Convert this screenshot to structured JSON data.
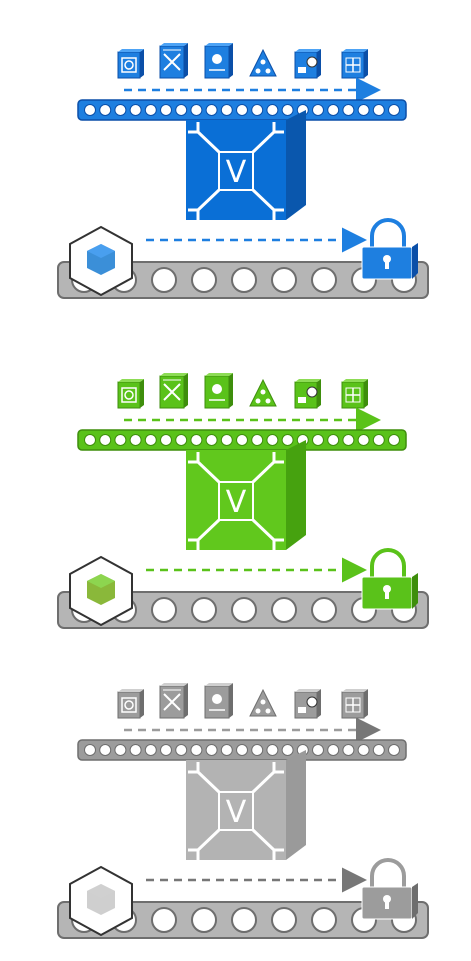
{
  "panels": [
    {
      "theme": "blue",
      "colors": {
        "main": "#1e7fe0",
        "dark": "#0b4fa8",
        "light": "#4da3f5",
        "box": "#0a6fd6",
        "boxSide": "#0a57ad",
        "belt": "#b5b5b5",
        "beltStroke": "#6e6e6e",
        "cube": "#3b8fd8"
      },
      "icons": [
        "firewall-icon",
        "switch-icon",
        "router-icon",
        "network-hub-icon",
        "server-settings-icon",
        "matrix-switch-icon"
      ],
      "lock_label": "lock"
    },
    {
      "theme": "green",
      "colors": {
        "main": "#5ac21a",
        "dark": "#3e8e0c",
        "light": "#8ddc55",
        "box": "#61c81d",
        "boxSide": "#46a20f",
        "belt": "#b5b5b5",
        "beltStroke": "#6e6e6e",
        "cube": "#8ab83a"
      },
      "icons": [
        "firewall-icon",
        "switch-icon",
        "router-icon",
        "network-hub-icon",
        "server-settings-icon",
        "matrix-switch-icon"
      ],
      "lock_label": "lock"
    },
    {
      "theme": "gray",
      "colors": {
        "main": "#9c9c9c",
        "dark": "#6e6e6e",
        "light": "#cfcfcf",
        "box": "#b3b3b3",
        "boxSide": "#9a9a9a",
        "belt": "#b5b5b5",
        "beltStroke": "#6e6e6e",
        "cube": "#cfcfcf"
      },
      "icons": [
        "firewall-icon",
        "switch-icon",
        "router-icon",
        "network-hub-icon",
        "server-settings-icon",
        "matrix-switch-icon"
      ],
      "lock_label": "lock"
    }
  ],
  "box_letter": "V"
}
